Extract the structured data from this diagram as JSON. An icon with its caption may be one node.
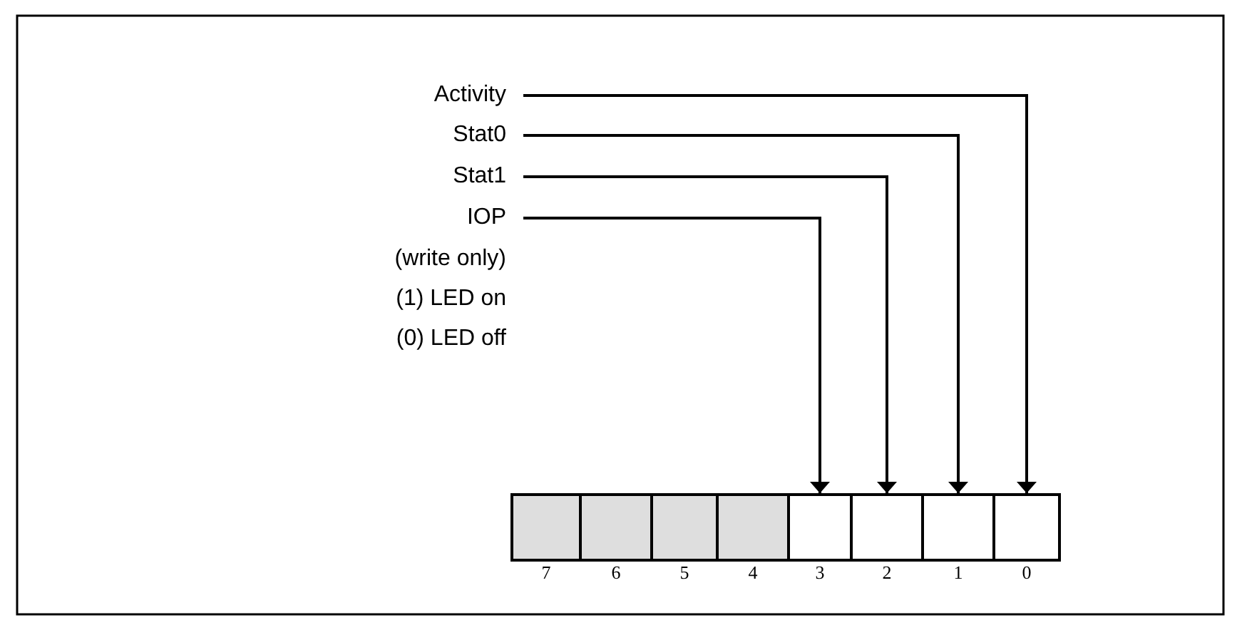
{
  "diagram": {
    "nodes": [
      {
        "text": [
          "Activity"
        ]
      },
      {
        "text": [
          "Stat0"
        ]
      },
      {
        "text": [
          "Stat1"
        ]
      },
      {
        "text": [
          "IOP"
        ],
        "beside": [
          "(write only)",
          "(1) LED on",
          "(0) LED off"
        ]
      },
      {
        "text": [],
        "shape": "box",
        "beside": [
          "7"
        ]
      },
      {
        "text": [],
        "shape": "box",
        "beside": [
          "6"
        ]
      },
      {
        "text": [],
        "shape": "box",
        "beside": [
          "5"
        ]
      },
      {
        "text": [],
        "shape": "box",
        "beside": [
          "4"
        ]
      },
      {
        "text": [],
        "shape": "box",
        "beside": [
          "3"
        ]
      },
      {
        "text": [],
        "shape": "box",
        "beside": [
          "2"
        ]
      },
      {
        "text": [],
        "shape": "box",
        "beside": [
          "1"
        ]
      },
      {
        "text": [],
        "shape": "box",
        "beside": [
          "0"
        ]
      }
    ],
    "edges": [
      {
        "from": 0,
        "to": 11,
        "arrow": "to"
      },
      {
        "from": 1,
        "to": 10,
        "arrow": "to"
      },
      {
        "from": 2,
        "to": 9,
        "arrow": "to"
      },
      {
        "from": 3,
        "to": 8,
        "arrow": "to"
      }
    ]
  }
}
